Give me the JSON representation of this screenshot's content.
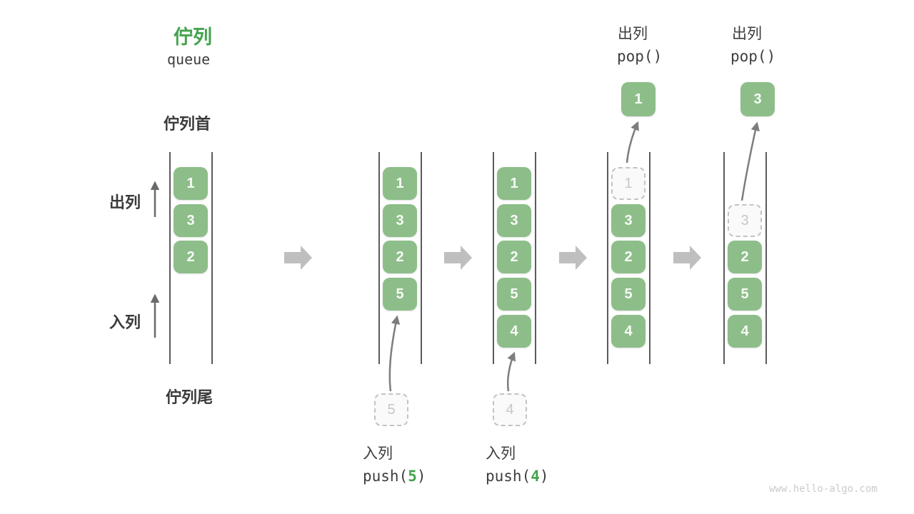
{
  "title": {
    "zh": "佇列",
    "en": "queue"
  },
  "side_labels": {
    "front": "佇列首",
    "rear": "佇列尾",
    "dequeue": "出列",
    "enqueue": "入列"
  },
  "columns": [
    {
      "cells": [
        "1",
        "3",
        "2"
      ]
    },
    {
      "cells": [
        "1",
        "3",
        "2",
        "5"
      ]
    },
    {
      "cells": [
        "1",
        "3",
        "2",
        "5",
        "4"
      ]
    },
    {
      "ghost": "1",
      "cells": [
        "3",
        "2",
        "5",
        "4"
      ]
    },
    {
      "ghost": "3",
      "cells": [
        "2",
        "5",
        "4"
      ]
    }
  ],
  "pushes": [
    {
      "label": "入列",
      "code_prefix": "push(",
      "value": "5",
      "code_suffix": ")",
      "incoming": "5"
    },
    {
      "label": "入列",
      "code_prefix": "push(",
      "value": "4",
      "code_suffix": ")",
      "incoming": "4"
    }
  ],
  "pops": [
    {
      "label": "出列",
      "code": "pop()",
      "value": "1"
    },
    {
      "label": "出列",
      "code": "pop()",
      "value": "3"
    }
  ],
  "watermark": "www.hello-algo.com",
  "colors": {
    "green_box": "#8dbe89",
    "accent_green": "#44a34d",
    "flow_arrow": "#bfbfbf",
    "arrow_gray": "#7d7d7d"
  }
}
